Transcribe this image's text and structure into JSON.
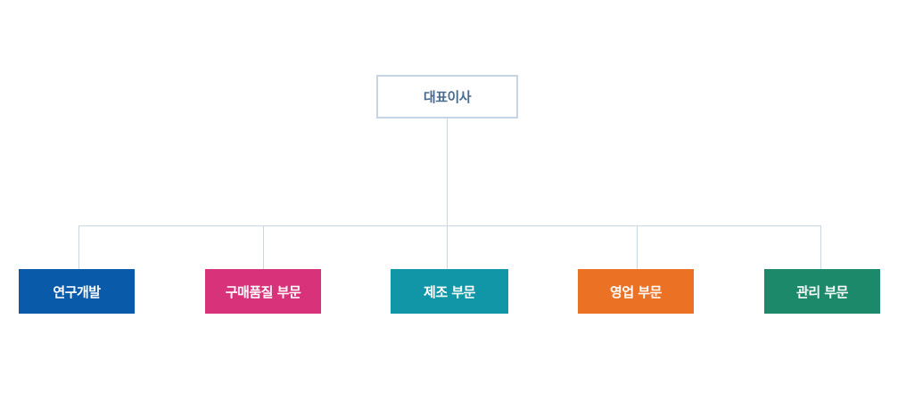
{
  "chart": {
    "root": {
      "label": "대표이사",
      "border_color": "#c5d5e4",
      "text_color": "#4a6a8e"
    },
    "connector_color": "#c9d7e3",
    "departments": [
      {
        "label": "연구개발",
        "color": "#0a5aaa"
      },
      {
        "label": "구매품질 부문",
        "color": "#d8327a"
      },
      {
        "label": "제조 부문",
        "color": "#1096a6"
      },
      {
        "label": "영업 부문",
        "color": "#eb7125"
      },
      {
        "label": "관리 부문",
        "color": "#1c8a6a"
      }
    ]
  }
}
